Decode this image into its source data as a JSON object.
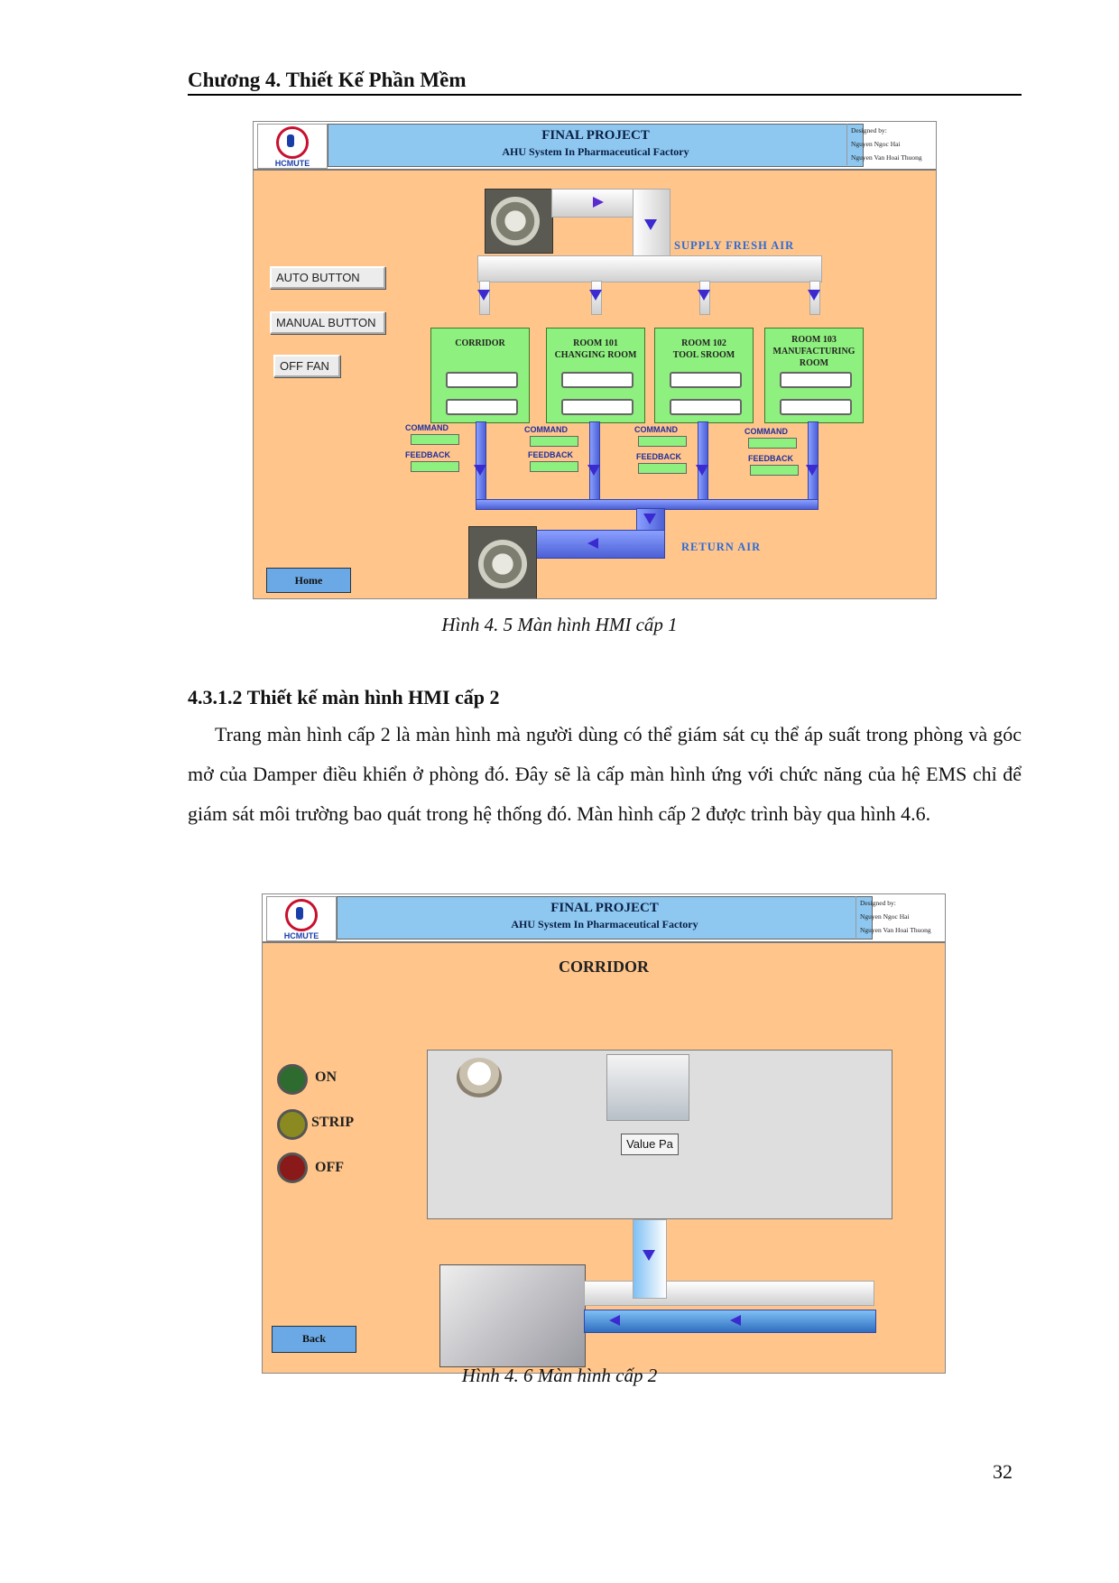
{
  "header": {
    "chapter": "Chương 4. Thiết Kế Phần Mềm"
  },
  "hmi_common": {
    "logo_text": "HCMUTE",
    "title": "FINAL PROJECT",
    "subtitle": "AHU System In Pharmaceutical Factory",
    "designer_label": "Designed by:",
    "designer_1": "Nguyen Ngoc Hai",
    "designer_2": "Nguyen Van Hoai Thuong"
  },
  "fig1": {
    "auto_button": "AUTO BUTTON",
    "manual_button": "MANUAL BUTTON",
    "off_fan": "OFF FAN",
    "supply_label": "SUPPLY FRESH AIR",
    "return_label": "RETURN AIR",
    "home_button": "Home",
    "command": "COMMAND",
    "feedback": "FEEDBACK",
    "rooms": [
      {
        "line1": "CORRIDOR",
        "line2": "",
        "line3": ""
      },
      {
        "line1": "ROOM 101",
        "line2": "CHANGING ROOM",
        "line3": ""
      },
      {
        "line1": "ROOM 102",
        "line2": "TOOL SROOM",
        "line3": ""
      },
      {
        "line1": "ROOM 103",
        "line2": "MANUFACTURING",
        "line3": "ROOM"
      }
    ],
    "caption": "Hình 4. 5 Màn hình HMI cấp 1"
  },
  "section": {
    "heading": "4.3.1.2 Thiết kế màn hình HMI cấp 2",
    "paragraph": "Trang màn hình cấp 2 là màn hình mà người dùng có thể giám sát cụ thể áp suất trong phòng và góc mở của Damper điều khiển ở phòng đó. Đây sẽ là cấp màn hình ứng với chức năng của hệ EMS chỉ để giám sát môi trường bao quát trong hệ thống đó. Màn hình cấp 2 được trình bày qua hình 4.6."
  },
  "fig2": {
    "room_title": "CORRIDOR",
    "lamp_on": "ON",
    "lamp_strip": "STRIP",
    "lamp_off": "OFF",
    "value_field": "Value Pa",
    "back_button": "Back",
    "colors": {
      "on": "#2e6b2e",
      "strip": "#8a8a20",
      "off": "#8a1a1a"
    },
    "caption": "Hình 4. 6 Màn hình cấp 2"
  },
  "page_number": "32"
}
